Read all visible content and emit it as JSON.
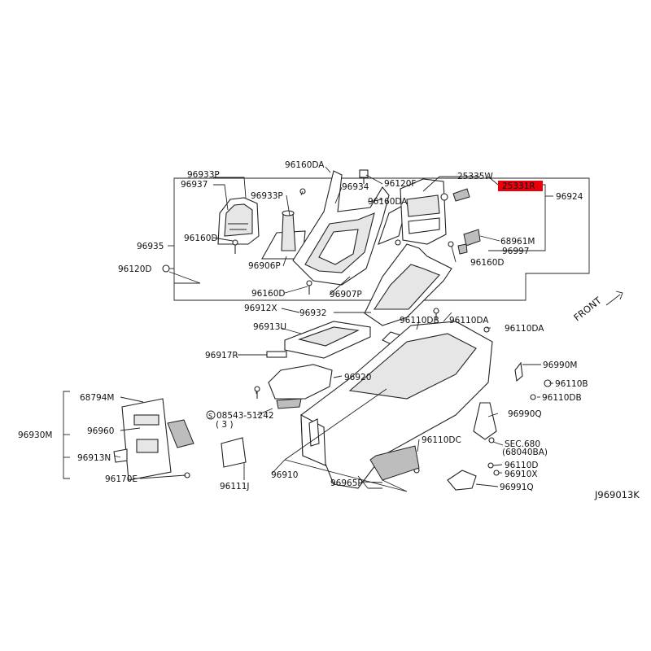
{
  "diagram_code": "J969013K",
  "front_label": "FRONT",
  "highlight_color": "#e8000b",
  "parts": {
    "p96933P_top": "96933P",
    "p96937": "96937",
    "p96935": "96935",
    "p96160D_a": "96160D",
    "p96120D": "96120D",
    "p96160DA_a": "96160DA",
    "p96933P_mid": "96933P",
    "p96906P": "96906P",
    "p96160D_b": "96160D",
    "p96120F": "96120F",
    "p96160DA_b": "96160DA",
    "p96934": "96934",
    "p96907P": "96907P",
    "p25335W": "25335W",
    "p25331R": "25331R",
    "p96924": "96924",
    "p68961M": "68961M",
    "p96997": "96997",
    "p96160D_c": "96160D",
    "p96912X": "96912X",
    "p96932": "96932",
    "p96110DB_a": "96110DB",
    "p96110DA_a": "96110DA",
    "p96110DA_b": "96110DA",
    "p96913U": "96913U",
    "p96917R": "96917R",
    "p96920": "96920",
    "p96990M": "96990M",
    "p96110B": "96110B",
    "p96110DB_b": "96110DB",
    "p68794M": "68794M",
    "p96930M": "96930M",
    "p96960": "96960",
    "p96913N": "96913N",
    "p96170E": "96170E",
    "p08543": "08543-51242",
    "p08543_qty": "( 3 )",
    "p96990Q": "96990Q",
    "p96110DC": "96110DC",
    "sec680": "SEC.680",
    "sec680_ref": "(68040BA)",
    "p96110D": "96110D",
    "p96910X": "96910X",
    "p96991Q": "96991Q",
    "p96111J": "96111J",
    "p96910": "96910",
    "p96965P": "96965P"
  }
}
